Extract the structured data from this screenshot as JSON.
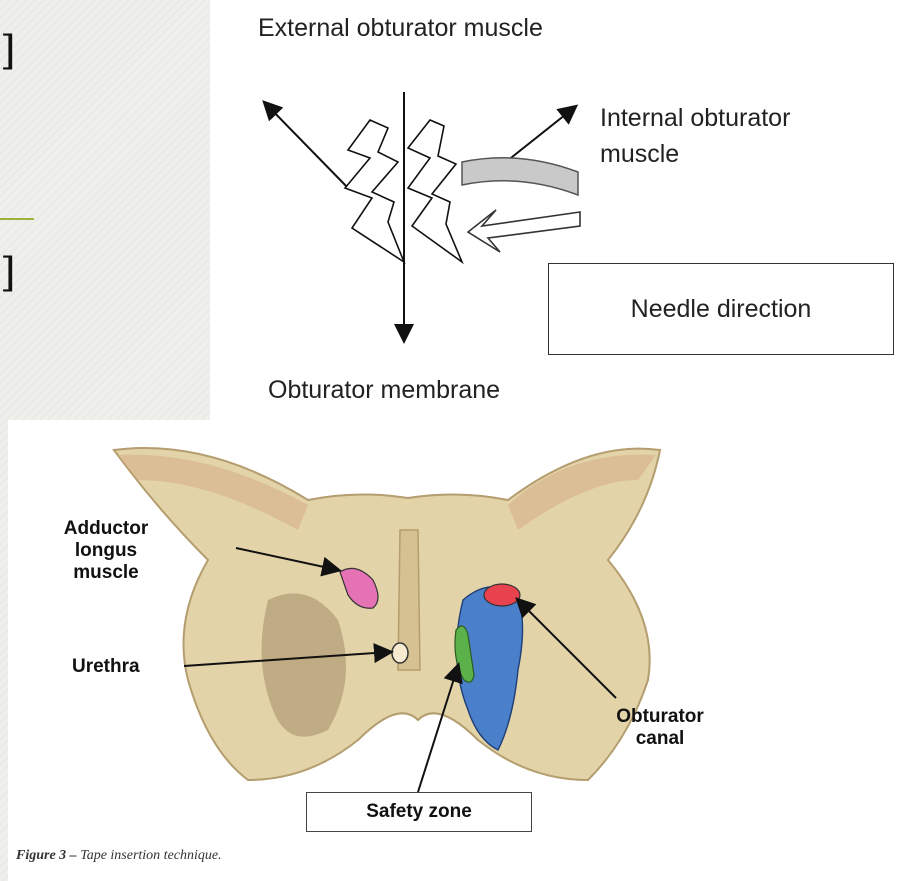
{
  "top_diagram": {
    "label_external": "External obturator muscle",
    "label_internal_line1": "Internal obturator",
    "label_internal_line2": "muscle",
    "label_needle": "Needle direction",
    "label_membrane": "Obturator membrane"
  },
  "bottom_figure": {
    "label_adductor_line1": "Adductor",
    "label_adductor_line2": "longus",
    "label_adductor_line3": "muscle",
    "label_urethra": "Urethra",
    "label_obturator_line1": "Obturator",
    "label_obturator_line2": "canal",
    "label_safety": "Safety zone",
    "caption_prefix": "Figure 3 –",
    "caption_text": " Tape insertion technique."
  },
  "colors": {
    "adductor": "#e472b5",
    "obturator_canal": "#e8424f",
    "blue_region": "#4a7fc9",
    "safety_zone": "#5cb24a",
    "bone": "#e3d3a8",
    "slide_accent": "#9fb33a"
  }
}
